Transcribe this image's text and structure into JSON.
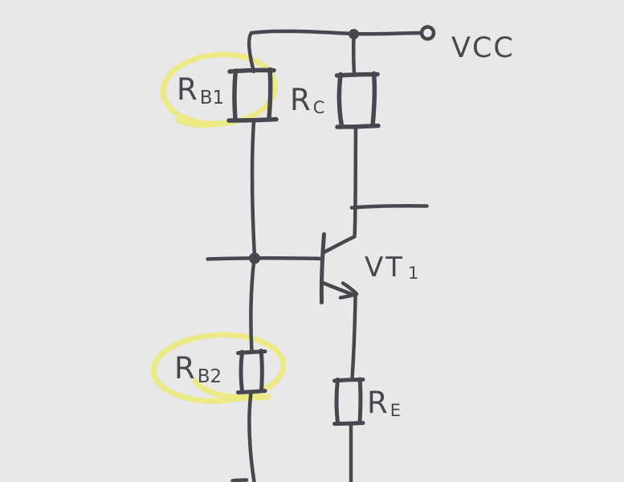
{
  "theme": {
    "bg": "#e8e8e8",
    "ink": "#47474f",
    "highlight": "#ece87b"
  },
  "diagram": {
    "kind": "hand-drawn circuit schematic",
    "power_rail": {
      "label": "VCC"
    },
    "transistor": {
      "label_main": "VT",
      "label_sub": "1"
    },
    "resistors": [
      {
        "id": "rb1",
        "label_main": "R",
        "label_sub": "B1",
        "highlighted": true
      },
      {
        "id": "rc",
        "label_main": "R",
        "label_sub": "C",
        "highlighted": false
      },
      {
        "id": "rb2",
        "label_main": "R",
        "label_sub": "B2",
        "highlighted": true
      },
      {
        "id": "re",
        "label_main": "R",
        "label_sub": "E",
        "highlighted": false
      }
    ]
  }
}
